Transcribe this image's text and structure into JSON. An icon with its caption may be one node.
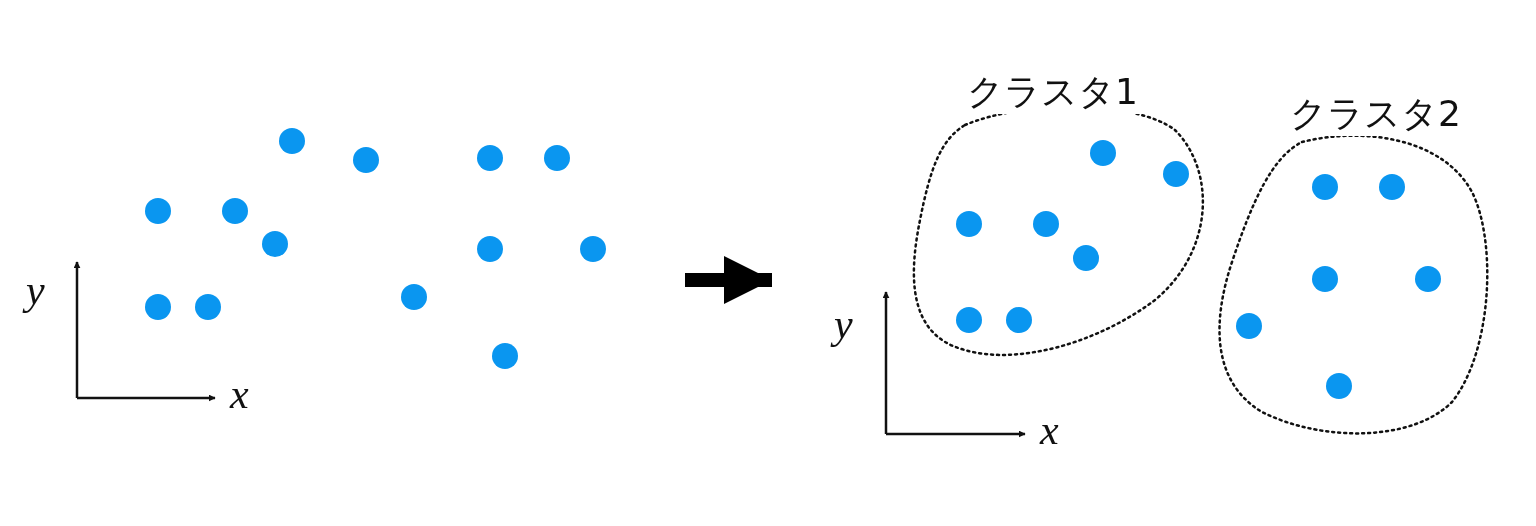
{
  "diagram": {
    "nodes": [
      {
        "text": [],
        "shape": "picture",
        "beside": [
          "y",
          "x"
        ]
      },
      {
        "text": [],
        "shape": "picture",
        "beside": [
          "y",
          "x"
        ]
      },
      {
        "text": [
          "クラスタ1"
        ],
        "in": 1
      },
      {
        "text": [
          "クラスタ2"
        ],
        "in": 1
      }
    ],
    "edges": [
      {
        "from": 0,
        "to": 1,
        "arrow": "to"
      }
    ]
  }
}
